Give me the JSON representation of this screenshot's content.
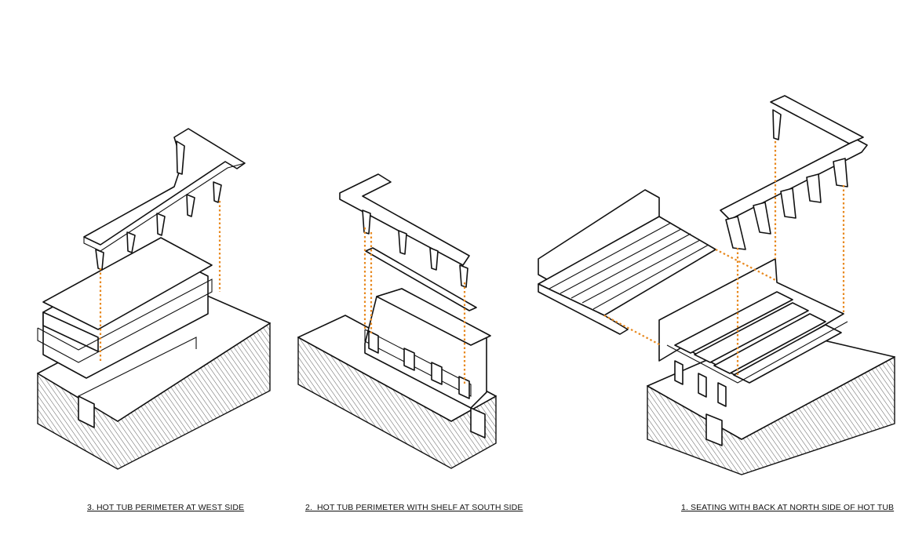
{
  "captions": {
    "west": "3. HOT TUB PERIMETER AT WEST SIDE",
    "south": "2.  HOT TUB PERIMETER WITH SHELF AT SOUTH SIDE",
    "north": "1. SEATING WITH BACK AT NORTH SIDE OF HOT TUB"
  },
  "colors": {
    "line": "#111111",
    "guide": "#e8891f",
    "background": "#ffffff"
  }
}
